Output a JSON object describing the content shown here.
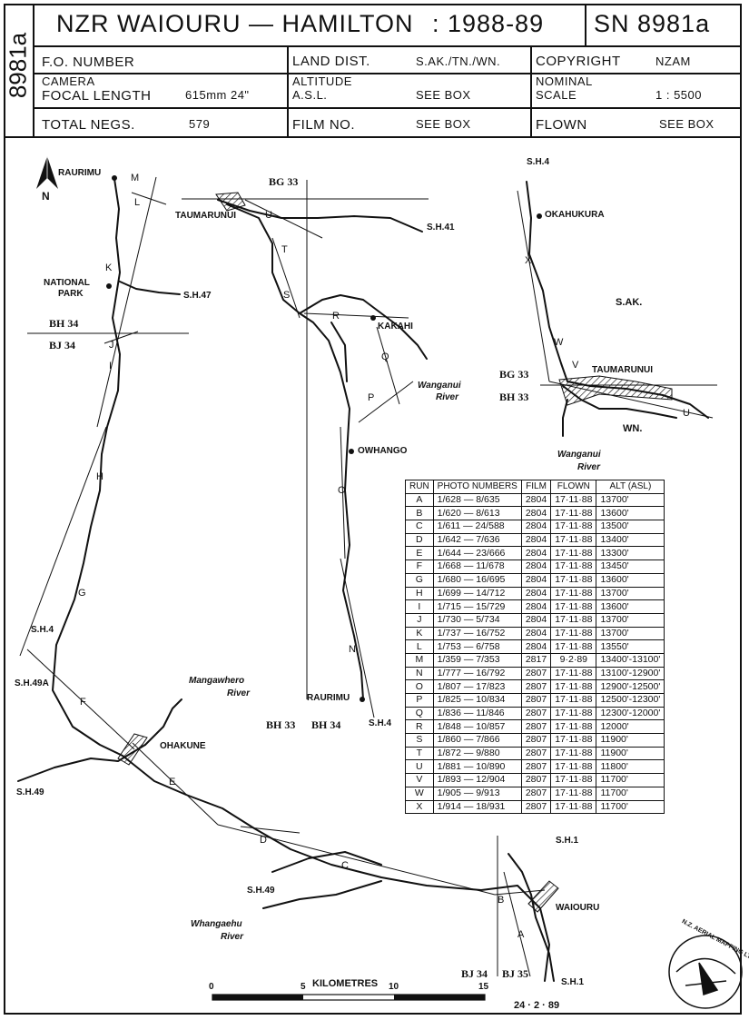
{
  "header": {
    "side_code": "8981a",
    "title": "NZR WAIOURU — HAMILTON",
    "years": ": 1988-89",
    "sn": "SN 8981a",
    "fo_number_label": "F.O. NUMBER",
    "land_dist_label": "LAND DIST.",
    "land_dist_value": "S.AK./TN./WN.",
    "copyright_label": "COPYRIGHT",
    "copyright_value": "NZAM",
    "camera_label": "CAMERA",
    "focal_label": "FOCAL LENGTH",
    "focal_value": "615mm 24\"",
    "altitude_label": "ALTITUDE",
    "asl_label": "A.S.L.",
    "altitude_value": "SEE BOX",
    "nominal_label": "NOMINAL",
    "scale_label": "SCALE",
    "scale_value": "1 : 5500",
    "total_negs_label": "TOTAL NEGS.",
    "total_negs_value": "579",
    "film_no_label": "FILM NO.",
    "film_no_value": "SEE BOX",
    "flown_label": "FLOWN",
    "flown_value": "SEE BOX"
  },
  "map": {
    "north": "N",
    "places": {
      "raurimu_n": "RAURIMU",
      "national_park": "NATIONAL",
      "national_park2": "PARK",
      "taumarunui": "TAUMARUNUI",
      "kakahi": "KAKAHI",
      "owhango": "OWHANGO",
      "raurimu_s": "RAURIMU",
      "ohakune": "OHAKUNE",
      "waiouru": "WAIOURU",
      "okahukura": "OKAHUKURA",
      "taumarunui_inset": "TAUMARUNUI"
    },
    "roads": {
      "sh41": "S.H.41",
      "sh47": "S.H.47",
      "sh4a": "S.H.4",
      "sh4b": "S.H.4",
      "sh49a": "S.H.49A",
      "sh49a_b": "S.H.49",
      "sh49b": "S.H.49",
      "sh1a": "S.H.1",
      "sh1b": "S.H.1",
      "sh4_inset": "S.H.4"
    },
    "rivers": {
      "wanganui": "Wanganui",
      "wanganui2": "River",
      "mangawhero": "Mangawhero",
      "mangawhero2": "River",
      "whangaehu": "Whangaehu",
      "whangaehu2": "River",
      "wanganui_inset": "Wanganui",
      "wanganui_inset2": "River"
    },
    "districts": {
      "sak": "S.AK.",
      "wn": "WN."
    },
    "grid": {
      "bg33a": "BG 33",
      "bh34": "BH 34",
      "bj34": "BJ 34",
      "bh33a": "BH 33",
      "bh34b": "BH 34",
      "bj34b": "BJ 34",
      "bj35": "BJ 35",
      "bg33b": "BG 33",
      "bh33b": "BH 33"
    },
    "run_letters": [
      "M",
      "L",
      "K",
      "J",
      "I",
      "H",
      "G",
      "F",
      "E",
      "D",
      "C",
      "B",
      "A",
      "U",
      "T",
      "S",
      "R",
      "Q",
      "P",
      "O",
      "N",
      "X",
      "W",
      "V",
      "U"
    ],
    "scale_bar": {
      "title": "KILOMETRES",
      "ticks": [
        "0",
        "5",
        "10",
        "15"
      ]
    },
    "date": "24 · 2 · 89",
    "logo": "N.Z. AERIAL MAPPING LTD"
  },
  "runs": {
    "headers": [
      "RUN",
      "PHOTO NUMBERS",
      "FILM",
      "FLOWN",
      "ALT (ASL)"
    ],
    "rows": [
      [
        "A",
        "1/628 — 8/635",
        "2804",
        "17·11·88",
        "13700'"
      ],
      [
        "B",
        "1/620 — 8/613",
        "2804",
        "17·11·88",
        "13600'"
      ],
      [
        "C",
        "1/611 — 24/588",
        "2804",
        "17·11·88",
        "13500'"
      ],
      [
        "D",
        "1/642 — 7/636",
        "2804",
        "17·11·88",
        "13400'"
      ],
      [
        "E",
        "1/644 — 23/666",
        "2804",
        "17·11·88",
        "13300'"
      ],
      [
        "F",
        "1/668 — 11/678",
        "2804",
        "17·11·88",
        "13450'"
      ],
      [
        "G",
        "1/680 — 16/695",
        "2804",
        "17·11·88",
        "13600'"
      ],
      [
        "H",
        "1/699 — 14/712",
        "2804",
        "17·11·88",
        "13700'"
      ],
      [
        "I",
        "1/715 — 15/729",
        "2804",
        "17·11·88",
        "13600'"
      ],
      [
        "J",
        "1/730 — 5/734",
        "2804",
        "17·11·88",
        "13700'"
      ],
      [
        "K",
        "1/737 — 16/752",
        "2804",
        "17·11·88",
        "13700'"
      ],
      [
        "L",
        "1/753 — 6/758",
        "2804",
        "17·11·88",
        "13550'"
      ],
      [
        "M",
        "1/359 — 7/353",
        "2817",
        "9·2·89",
        "13400'-13100'"
      ],
      [
        "N",
        "1/777 — 16/792",
        "2807",
        "17·11·88",
        "13100'-12900'"
      ],
      [
        "O",
        "1/807 — 17/823",
        "2807",
        "17·11·88",
        "12900'-12500'"
      ],
      [
        "P",
        "1/825 — 10/834",
        "2807",
        "17·11·88",
        "12500'-12300'"
      ],
      [
        "Q",
        "1/836 — 11/846",
        "2807",
        "17·11·88",
        "12300'-12000'"
      ],
      [
        "R",
        "1/848 — 10/857",
        "2807",
        "17·11·88",
        "12000'"
      ],
      [
        "S",
        "1/860 — 7/866",
        "2807",
        "17·11·88",
        "11900'"
      ],
      [
        "T",
        "1/872 — 9/880",
        "2807",
        "17·11·88",
        "11900'"
      ],
      [
        "U",
        "1/881 — 10/890",
        "2807",
        "17·11·88",
        "11800'"
      ],
      [
        "V",
        "1/893 — 12/904",
        "2807",
        "17·11·88",
        "11700'"
      ],
      [
        "W",
        "1/905 — 9/913",
        "2807",
        "17·11·88",
        "11700'"
      ],
      [
        "X",
        "1/914 — 18/931",
        "2807",
        "17·11·88",
        "11700'"
      ]
    ]
  }
}
